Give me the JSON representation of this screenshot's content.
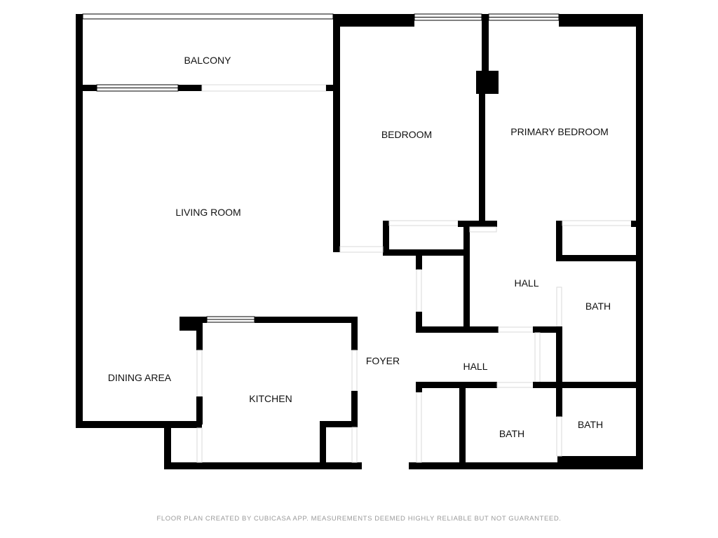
{
  "rooms": {
    "balcony": "BALCONY",
    "living_room": "LIVING ROOM",
    "bedroom": "BEDROOM",
    "primary_bedroom": "PRIMARY BEDROOM",
    "hall_upper": "HALL",
    "bath_right": "BATH",
    "foyer": "FOYER",
    "hall_lower": "HALL",
    "dining_area": "DINING AREA",
    "kitchen": "KITCHEN",
    "bath_bottom_middle": "BATH",
    "bath_bottom_right": "BATH"
  },
  "footer": "FLOOR PLAN CREATED BY CUBICASA APP. MEASUREMENTS DEEMED HIGHLY RELIABLE BUT NOT GUARANTEED."
}
